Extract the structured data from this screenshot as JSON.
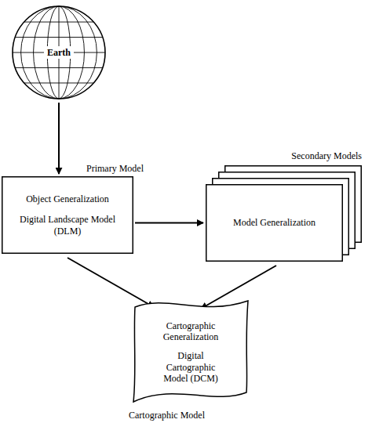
{
  "diagram": {
    "nodes": [
      {
        "text": [
          "Earth"
        ]
      },
      {
        "text": [
          "Primary Model",
          "Object Generalization",
          "Digital Landscape Model (DLM)"
        ]
      },
      {
        "text": [
          "Secondary Models",
          "Model Generalization"
        ]
      },
      {
        "text": [
          "Cartographic Generalization",
          "Digital Cartographic Model (DCM)",
          "Cartographic Model"
        ]
      }
    ],
    "edges": [
      {
        "from": 0,
        "to": 1,
        "arrow": "to"
      },
      {
        "from": 1,
        "to": 2,
        "arrow": "to"
      },
      {
        "from": 1,
        "to": 3,
        "arrow": "to"
      },
      {
        "from": 2,
        "to": 3,
        "arrow": "to"
      }
    ]
  }
}
